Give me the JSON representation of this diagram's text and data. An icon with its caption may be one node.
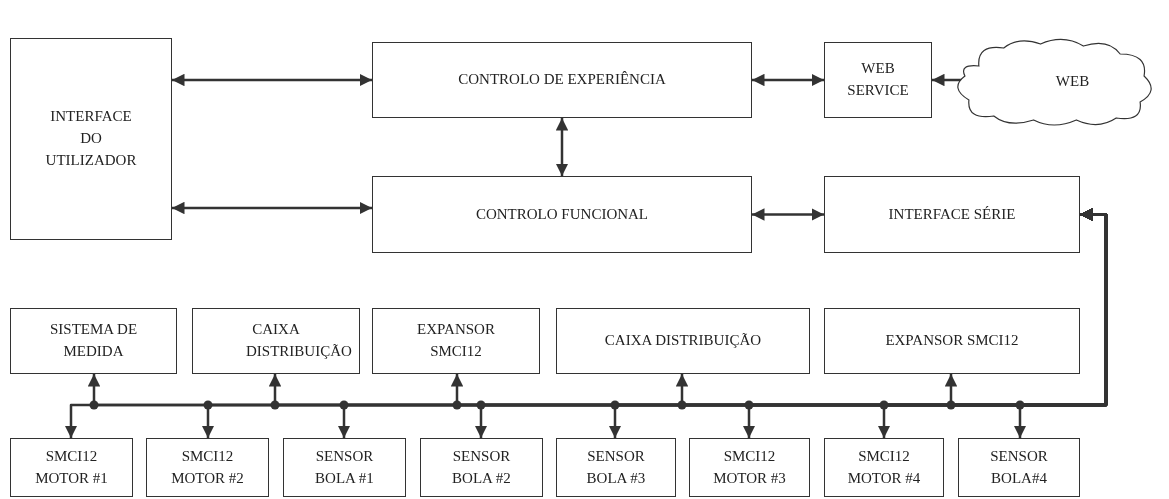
{
  "diagram": {
    "nodes": [
      {
        "text": [
          "INTERFACE DO UTILIZADOR"
        ]
      },
      {
        "text": [
          "CONTROLO DE EXPERIÊNCIA"
        ]
      },
      {
        "text": [
          "WEB SERVICE"
        ]
      },
      {
        "text": [
          "WEB"
        ]
      },
      {
        "text": [
          "CONTROLO FUNCIONAL"
        ]
      },
      {
        "text": [
          "INTERFACE SÉRIE"
        ]
      },
      {
        "text": [
          "SISTEMA DE MEDIDA"
        ]
      },
      {
        "text": [
          "CAIXA DISTRIBUIÇÃO"
        ]
      },
      {
        "text": [
          "EXPANSOR SMCI12"
        ]
      },
      {
        "text": [
          "CAIXA DISTRIBUIÇÃO"
        ]
      },
      {
        "text": [
          "EXPANSOR SMCI12"
        ]
      },
      {
        "text": [
          "SMCI12 MOTOR #1"
        ]
      },
      {
        "text": [
          "SMCI12 MOTOR #2"
        ]
      },
      {
        "text": [
          "SENSOR BOLA #1"
        ]
      },
      {
        "text": [
          "SENSOR BOLA #2"
        ]
      },
      {
        "text": [
          "SENSOR BOLA #3"
        ]
      },
      {
        "text": [
          "SMCI12 MOTOR #3"
        ]
      },
      {
        "text": [
          "SMCI12 MOTOR #4"
        ]
      },
      {
        "text": [
          "SENSOR BOLA#4"
        ]
      }
    ],
    "edges": [
      {
        "from": 0,
        "to": 1,
        "arrow": "both"
      },
      {
        "from": 0,
        "to": 4,
        "arrow": "both"
      },
      {
        "from": 1,
        "to": 4,
        "arrow": "both"
      },
      {
        "from": 1,
        "to": 2,
        "arrow": "both"
      },
      {
        "from": 2,
        "to": 3,
        "arrow": "both"
      },
      {
        "from": 4,
        "to": 5,
        "arrow": "both"
      },
      {
        "from": 6,
        "to": 5,
        "arrow": "both"
      },
      {
        "from": 7,
        "to": 5,
        "arrow": "both"
      },
      {
        "from": 8,
        "to": 5,
        "arrow": "both"
      },
      {
        "from": 9,
        "to": 5,
        "arrow": "both"
      },
      {
        "from": 10,
        "to": 5,
        "arrow": "both"
      },
      {
        "from": 11,
        "to": 5,
        "arrow": "both"
      },
      {
        "from": 12,
        "to": 5,
        "arrow": "both"
      },
      {
        "from": 13,
        "to": 5,
        "arrow": "both"
      },
      {
        "from": 14,
        "to": 5,
        "arrow": "both"
      },
      {
        "from": 15,
        "to": 5,
        "arrow": "both"
      },
      {
        "from": 16,
        "to": 5,
        "arrow": "both"
      },
      {
        "from": 17,
        "to": 5,
        "arrow": "both"
      },
      {
        "from": 18,
        "to": 5,
        "arrow": "both"
      }
    ]
  }
}
